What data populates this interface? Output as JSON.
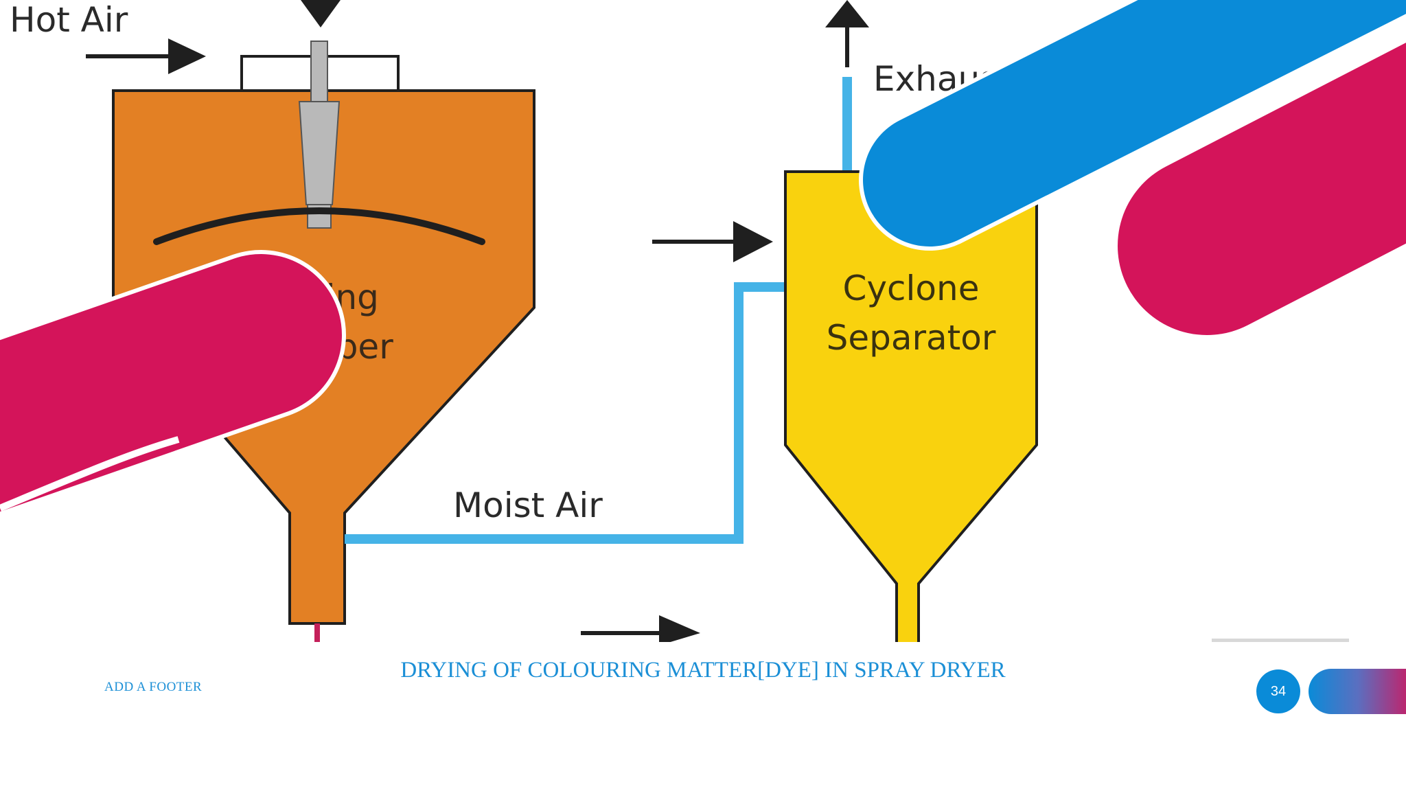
{
  "diagram": {
    "labels": {
      "hot_air": "Hot Air",
      "exhaust": "Exhaust",
      "drying_line1": "ying",
      "drying_line2": "nber",
      "cyclone_line1": "Cyclone",
      "cyclone_line2": "Separator",
      "moist_air": "Moist Air"
    },
    "colors": {
      "chamber": "#e38024",
      "cyclone": "#f9d20e",
      "pipe": "#45b3e7",
      "outline": "#1f1f1f",
      "nozzle": "#b9b9b9"
    }
  },
  "decor": {
    "colors": {
      "magenta": "#d4145a",
      "blue": "#0a8bd8"
    }
  },
  "footer": {
    "left_text": "ADD A FOOTER",
    "title": "DRYING OF COLOURING MATTER[DYE] IN SPRAY DRYER",
    "page_number": "34"
  }
}
